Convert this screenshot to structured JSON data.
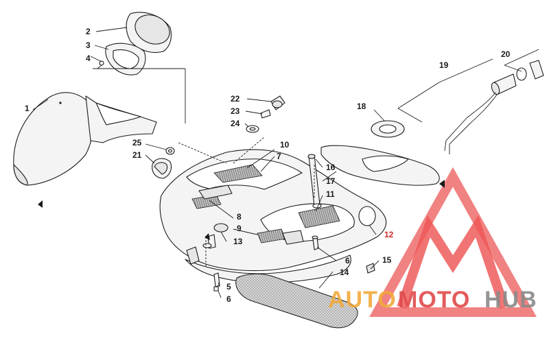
{
  "diagram": {
    "callouts": [
      "1",
      "2",
      "3",
      "4",
      "5",
      "6",
      "6",
      "7",
      "8",
      "9",
      "10",
      "11",
      "12",
      "13",
      "14",
      "15",
      "16",
      "17",
      "18",
      "19",
      "20",
      "21",
      "22",
      "23",
      "24",
      "25"
    ]
  },
  "watermark": {
    "auto": "AUTO",
    "moto": "MOTO",
    "hub": "HUB",
    "colors": {
      "red": "#e04a4a",
      "orange": "#f2a93b",
      "gray": "#8a8a8a"
    }
  }
}
